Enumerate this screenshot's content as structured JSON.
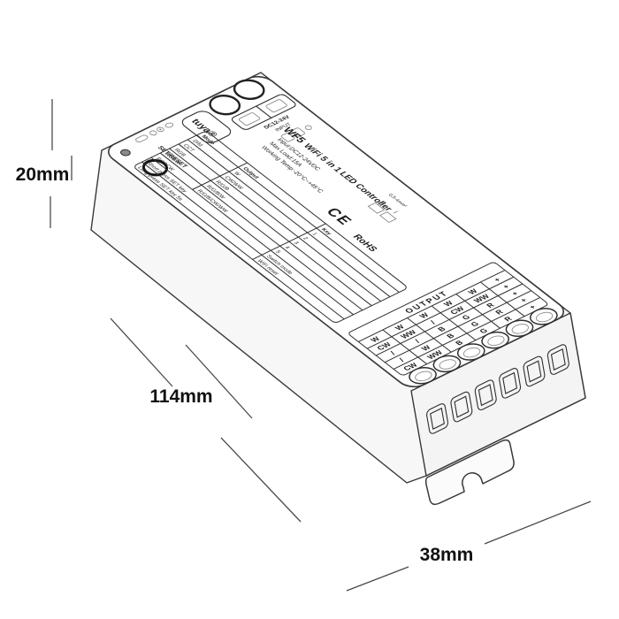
{
  "dimensions": {
    "height": "20mm",
    "length": "114mm",
    "width": "38mm"
  },
  "label": {
    "model": "WF5",
    "product": "WiFi 5 in 1 LED Controller",
    "specs": [
      "Input:DC12-24VDC",
      "Max Load:15A",
      "Working Temp:-20°C~+45°C"
    ],
    "brand": "tuya®",
    "key_label": "SET/RESET",
    "input_line1": "DC12-24V",
    "input_line2": "INPUT",
    "ce": "CE",
    "rohs": "RoHS",
    "wire_gauge": "0.5-4mm²",
    "mode_table": {
      "rows": [
        {
          "cells": [
            "Mode",
            "Output",
            "Key"
          ]
        },
        {
          "cells": [
            "DIM",
            "W",
            "1"
          ]
        },
        {
          "cells": [
            "CCT",
            "CW/WW",
            "2"
          ]
        },
        {
          "cells": [
            "RGB",
            "R/G/B",
            "3"
          ]
        },
        {
          "cells": [
            "RGBW",
            "R/G/B/W",
            "4"
          ]
        },
        {
          "cells": [
            "RGBCW",
            "R/G/B/CW/WW",
            "5"
          ]
        },
        {
          "cells": [
            "Short press SET key",
            "Switch mode"
          ]
        },
        {
          "cells": [
            "Long press SET key 5s",
            "WiFi reset"
          ]
        }
      ]
    },
    "output_table": {
      "header": "OUTPUT",
      "rows": [
        [
          "W",
          "W",
          "W",
          "W",
          "W",
          "+"
        ],
        [
          "CW",
          "WW",
          "/",
          "CW",
          "WW",
          "+"
        ],
        [
          "/",
          "/",
          "B",
          "G",
          "R",
          "+"
        ],
        [
          "/",
          "W",
          "B",
          "G",
          "R",
          "+"
        ],
        [
          "CW",
          "WW",
          "B",
          "G",
          "R",
          "+"
        ]
      ]
    }
  }
}
